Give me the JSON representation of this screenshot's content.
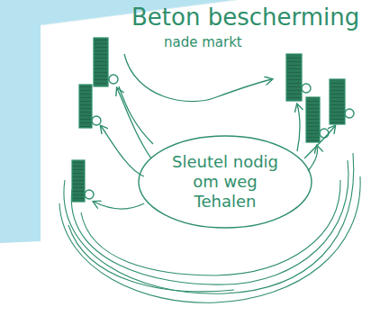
{
  "diagram": {
    "title": "Beton bescherming",
    "nodes": [
      {
        "text": [
          "Sleutel nodig om weg Tehalen"
        ]
      }
    ],
    "labels": [
      "nade markt"
    ]
  }
}
